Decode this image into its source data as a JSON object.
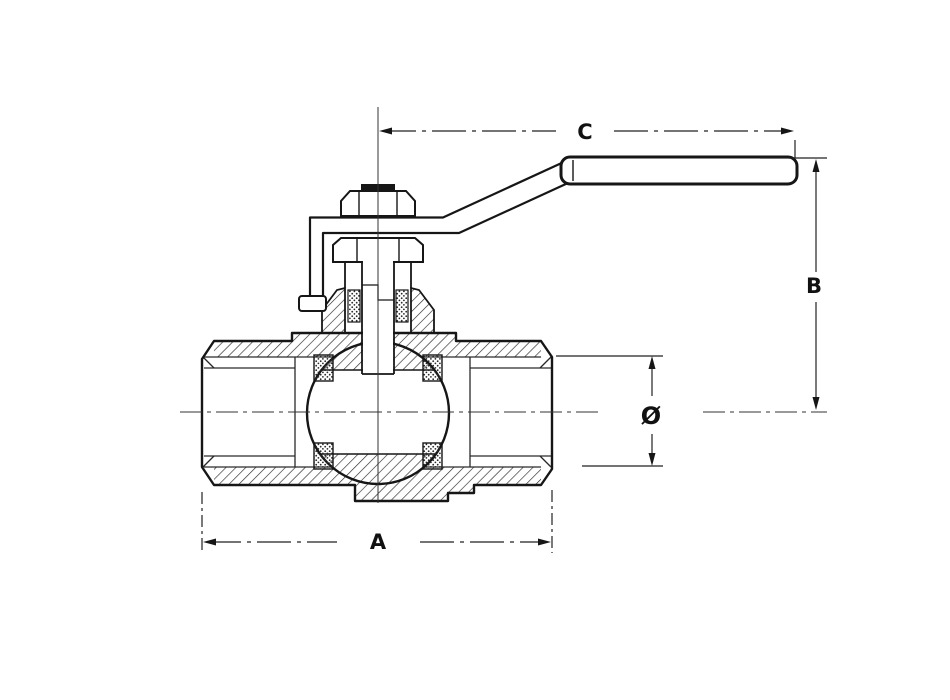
{
  "diagram": {
    "type": "technical-drawing",
    "subject": "ball valve cross-section with lever handle",
    "labels": {
      "body_length": "A",
      "handle_height": "B",
      "handle_length": "C",
      "bore_diameter": "Ø"
    },
    "colors": {
      "line": "#161616",
      "background": "#ffffff"
    }
  }
}
